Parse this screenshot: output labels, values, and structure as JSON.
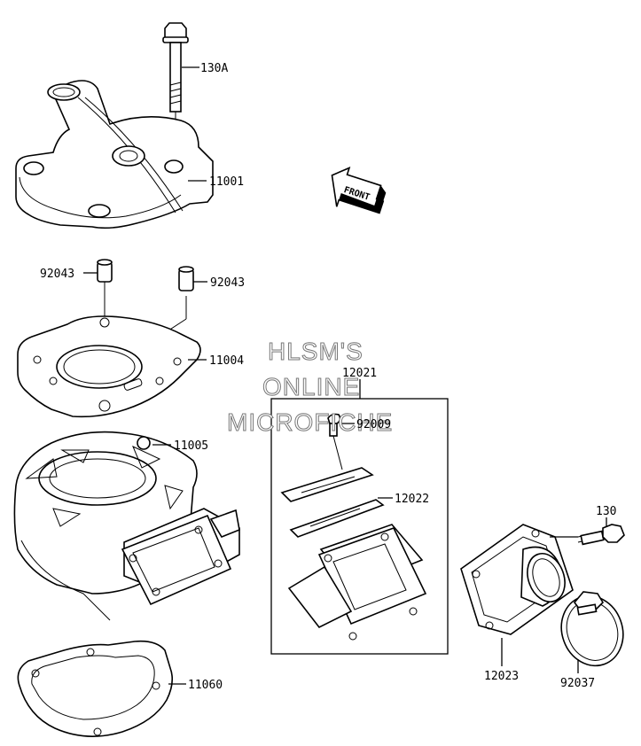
{
  "parts": {
    "p130A": "130A",
    "p11001": "11001",
    "p92043a": "92043",
    "p92043b": "92043",
    "p11004": "11004",
    "p11005": "11005",
    "p11060": "11060",
    "p12021": "12021",
    "p92009": "92009",
    "p12022": "12022",
    "p130": "130",
    "p12023": "12023",
    "p92037": "92037"
  },
  "front_label": "FRONT",
  "watermark": {
    "line1": "HLSM'S",
    "line2": "ONLINE",
    "line3": "MICROFICHE"
  }
}
